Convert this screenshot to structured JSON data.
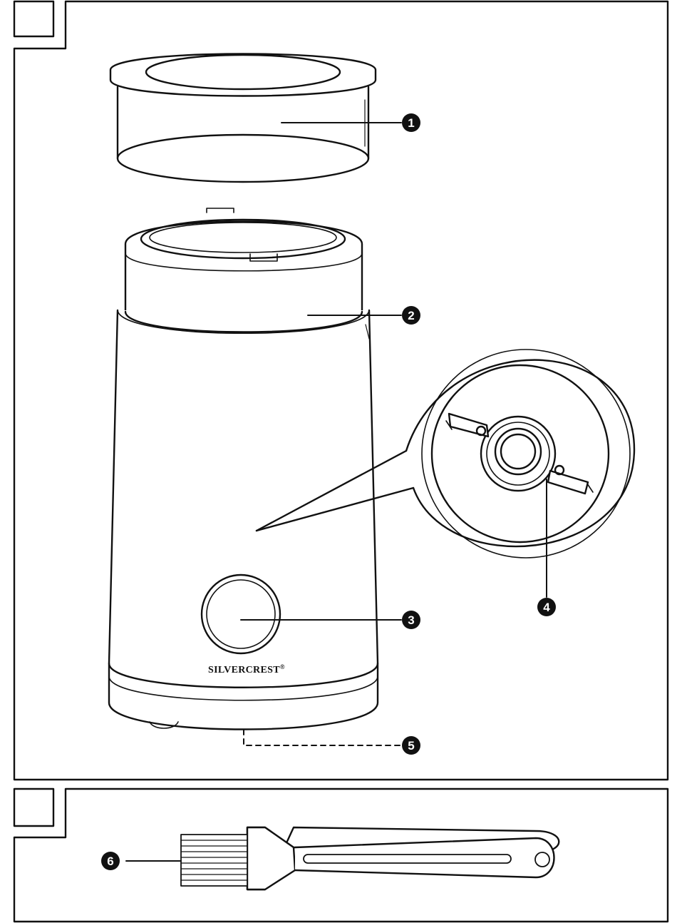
{
  "brand": {
    "name": "SILVERCREST",
    "mark": "®"
  },
  "panels": [
    {
      "id": "panel-a",
      "label": ""
    },
    {
      "id": "panel-b",
      "label": ""
    }
  ],
  "callouts": [
    {
      "number": "1"
    },
    {
      "number": "2"
    },
    {
      "number": "3"
    },
    {
      "number": "4"
    },
    {
      "number": "5"
    },
    {
      "number": "6"
    }
  ],
  "colors": {
    "line": "#111111",
    "background": "#ffffff",
    "callout_fill": "#111111"
  }
}
